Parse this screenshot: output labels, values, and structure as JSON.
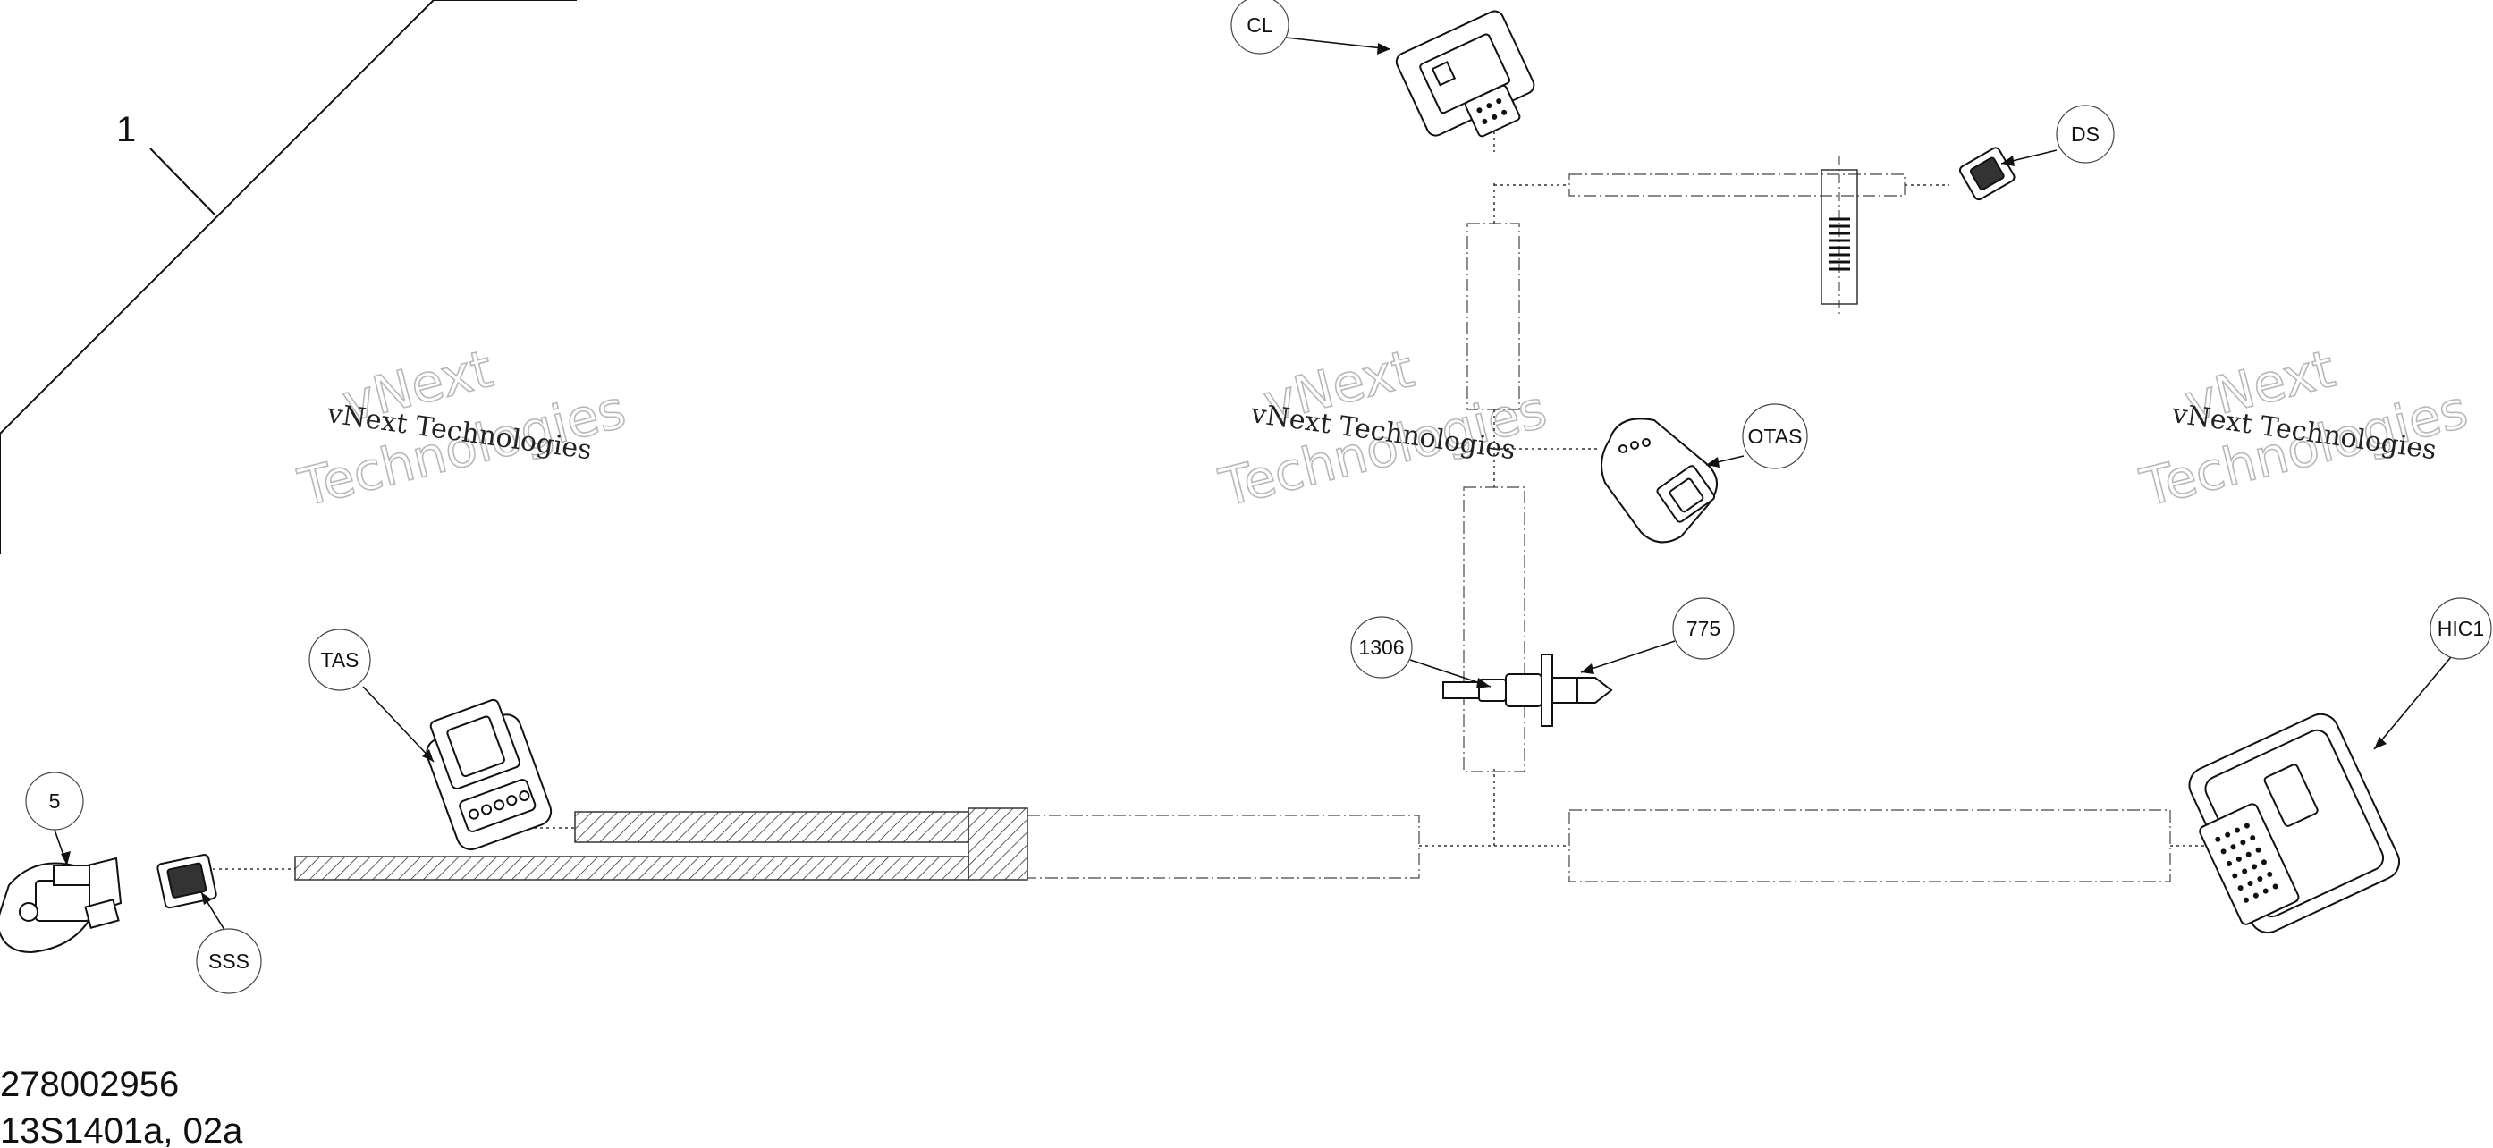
{
  "callouts": {
    "CL": "CL",
    "DS": "DS",
    "OTAS": "OTAS",
    "TAS": "TAS",
    "HIC1": "HIC1",
    "SSS": "SSS",
    "p5": "5",
    "p1306": "1306",
    "p775": "775"
  },
  "part_number": "1",
  "watermark": {
    "line1": "vNext Technologies",
    "line2a": "vNext",
    "line2b": "Technologies"
  },
  "footer": {
    "code": "278002956",
    "ref": "13S1401a, 02a"
  }
}
